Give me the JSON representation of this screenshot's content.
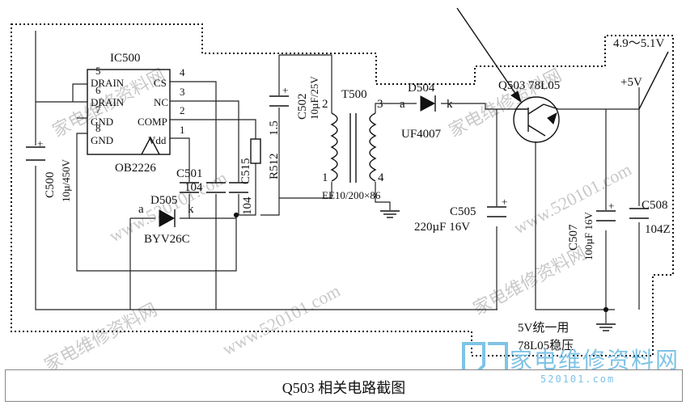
{
  "caption": "Q503 相关电路截图",
  "ic": {
    "name": "IC500",
    "model": "OB2226",
    "left_pins": [
      {
        "num": "5",
        "label": "DRAIN"
      },
      {
        "num": "6",
        "label": "DRAIN"
      },
      {
        "num": "7",
        "label": "GND"
      },
      {
        "num": "8",
        "label": "GND"
      }
    ],
    "right_pins": [
      {
        "num": "4",
        "label": "CS"
      },
      {
        "num": "3",
        "label": "NC"
      },
      {
        "num": "2",
        "label": "COMP"
      },
      {
        "num": "1",
        "label": "Vdd"
      }
    ]
  },
  "components": {
    "c500_name": "C500",
    "c500_value": "10µ/450V",
    "c501_name": "C501",
    "c501_value": "104",
    "c515_name": "C515",
    "c515_value": "104",
    "r512_name": "R512",
    "r512_value": "1.5",
    "c502_name": "C502",
    "c502_value": "10µF/25V",
    "d505_name": "D505",
    "d505_model": "BYV26C",
    "d505_a": "a",
    "d505_k": "k",
    "t500_name": "T500",
    "t500_model": "EE10/200×86",
    "t500_pin1": "1",
    "t500_pin2": "2",
    "t500_pin3": "3",
    "t500_pin4": "4",
    "d504_name": "D504",
    "d504_model": "UF4007",
    "d504_a": "a",
    "d504_k": "k",
    "q503_name": "Q503 78L05",
    "c505_name": "C505",
    "c505_value": "220µF 16V",
    "c507_name": "C507",
    "c507_value": "100µF 16V",
    "c508_name": "C508",
    "c508_value": "104Z",
    "v5_label": "+5V",
    "vrange_label": "4.9～5.1V",
    "note_line1": "5V统一用",
    "note_line2": "78L05稳压"
  },
  "watermarks": [
    "家电维修资料网",
    "www.520101.com",
    "家电维修资料网",
    "www.520101.com"
  ],
  "logo": {
    "text": "家电维修资料网",
    "url": "520101.com"
  }
}
